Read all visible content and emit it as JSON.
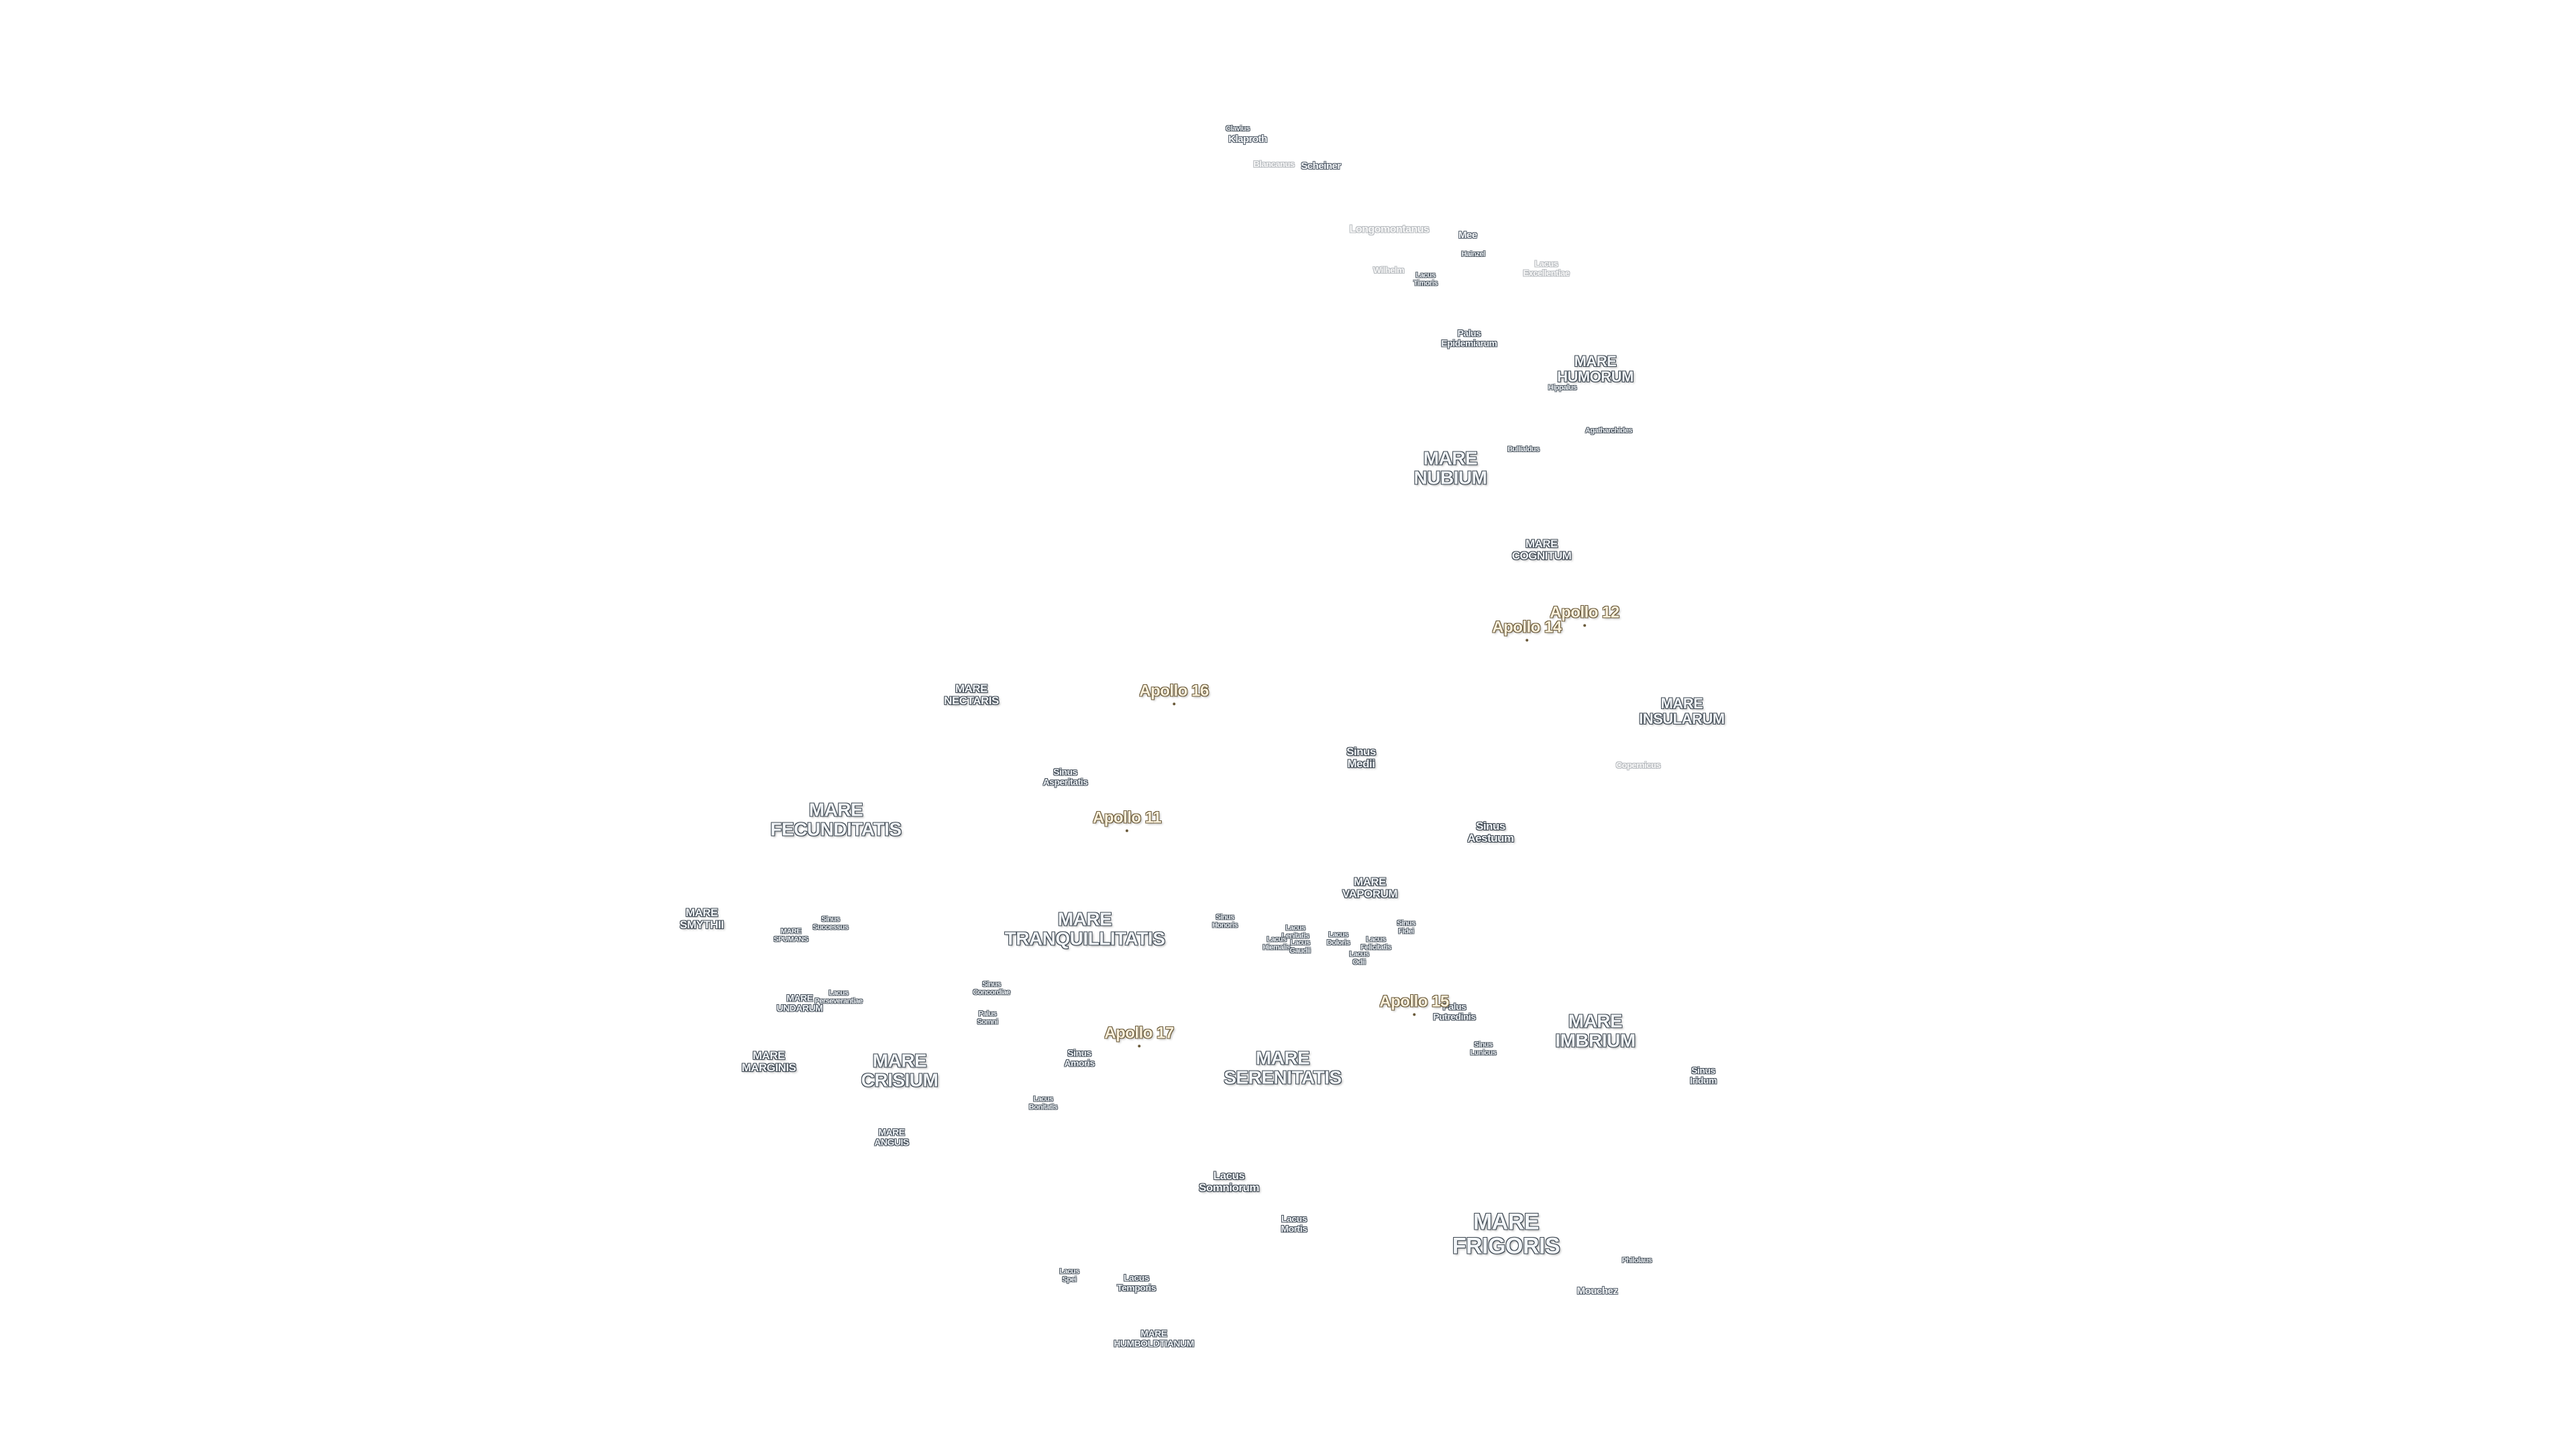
{
  "map": {
    "labels": [
      {
        "key": "mare_frigoris",
        "lines": [
          "MARE",
          "FRIGORIS"
        ],
        "kind": "mare-xl"
      },
      {
        "key": "mare_imbrium",
        "lines": [
          "MARE",
          "IMBRIUM"
        ],
        "kind": "mare-l"
      },
      {
        "key": "mare_serenitatis",
        "lines": [
          "MARE",
          "SERENITATIS"
        ],
        "kind": "mare-l"
      },
      {
        "key": "mare_tranquillitatis",
        "lines": [
          "MARE",
          "TRANQUILLITATIS"
        ],
        "kind": "mare-l"
      },
      {
        "key": "mare_crisium",
        "lines": [
          "MARE",
          "CRISIUM"
        ],
        "kind": "mare-l"
      },
      {
        "key": "mare_fecunditatis",
        "lines": [
          "MARE",
          "FECUNDITATIS"
        ],
        "kind": "mare-l"
      },
      {
        "key": "mare_nubium",
        "lines": [
          "MARE",
          "NUBIUM"
        ],
        "kind": "mare-l"
      },
      {
        "key": "mare_humorum",
        "lines": [
          "MARE",
          "HUMORUM"
        ],
        "kind": "mare-m"
      },
      {
        "key": "mare_insularum",
        "lines": [
          "MARE",
          "INSULARUM"
        ],
        "kind": "mare-m"
      },
      {
        "key": "mare_cognitum",
        "lines": [
          "MARE",
          "COGNITUM"
        ],
        "kind": "mare-s"
      },
      {
        "key": "mare_nectaris",
        "lines": [
          "MARE",
          "NECTARIS"
        ],
        "kind": "mare-s"
      },
      {
        "key": "mare_vaporum",
        "lines": [
          "MARE",
          "VAPORUM"
        ],
        "kind": "mare-s"
      },
      {
        "key": "mare_smythii",
        "lines": [
          "MARE",
          "SMYTHII"
        ],
        "kind": "mare-s"
      },
      {
        "key": "mare_marginis",
        "lines": [
          "MARE",
          "MARGINIS"
        ],
        "kind": "mare-s"
      },
      {
        "key": "mare_undarum",
        "lines": [
          "MARE",
          "UNDARUM"
        ],
        "kind": "small"
      },
      {
        "key": "mare_spumans",
        "lines": [
          "MARE",
          "SPUMANS"
        ],
        "kind": "tiny"
      },
      {
        "key": "mare_anguis",
        "lines": [
          "MARE",
          "ANGUIS"
        ],
        "kind": "small"
      },
      {
        "key": "mare_humboldtianum",
        "lines": [
          "MARE",
          "HUMBOLDTIANUM"
        ],
        "kind": "small"
      },
      {
        "key": "sinus_medii",
        "lines": [
          "Sinus",
          "Medii"
        ],
        "kind": "mare-s"
      },
      {
        "key": "sinus_aestuum",
        "lines": [
          "Sinus",
          "Aestuum"
        ],
        "kind": "mare-s"
      },
      {
        "key": "sinus_iridum",
        "lines": [
          "Sinus",
          "Iridum"
        ],
        "kind": "small"
      },
      {
        "key": "sinus_asperitatis",
        "lines": [
          "Sinus",
          "Asperitatis"
        ],
        "kind": "small"
      },
      {
        "key": "sinus_amoris",
        "lines": [
          "Sinus",
          "Amoris"
        ],
        "kind": "small"
      },
      {
        "key": "sinus_concordiae",
        "lines": [
          "Sinus",
          "Concordiae"
        ],
        "kind": "tiny"
      },
      {
        "key": "sinus_successus",
        "lines": [
          "Sinus",
          "Successus"
        ],
        "kind": "tiny"
      },
      {
        "key": "sinus_honoris",
        "lines": [
          "Sinus",
          "Honoris"
        ],
        "kind": "tiny"
      },
      {
        "key": "sinus_fidei",
        "lines": [
          "Sinus",
          "Fidei"
        ],
        "kind": "tiny"
      },
      {
        "key": "sinus_lunicus",
        "lines": [
          "Sinus",
          "Lunicus"
        ],
        "kind": "tiny"
      },
      {
        "key": "lacus_somniorum",
        "lines": [
          "Lacus",
          "Somniorum"
        ],
        "kind": "mare-s"
      },
      {
        "key": "lacus_mortis",
        "lines": [
          "Lacus",
          "Mortis"
        ],
        "kind": "small"
      },
      {
        "key": "lacus_temporis",
        "lines": [
          "Lacus",
          "Temporis"
        ],
        "kind": "small"
      },
      {
        "key": "lacus_spei",
        "lines": [
          "Lacus",
          "Spei"
        ],
        "kind": "tiny"
      },
      {
        "key": "lacus_bonitatis",
        "lines": [
          "Lacus",
          "Bonitatis"
        ],
        "kind": "tiny"
      },
      {
        "key": "lacus_perseverantiae",
        "lines": [
          "Lacus",
          "Perseverantiae"
        ],
        "kind": "tiny"
      },
      {
        "key": "lacus_timoris",
        "lines": [
          "Lacus",
          "Timoris"
        ],
        "kind": "tiny"
      },
      {
        "key": "lacus_lenitatis",
        "lines": [
          "Lacus",
          "Lenitatis"
        ],
        "kind": "tiny"
      },
      {
        "key": "lacus_hiemalis",
        "lines": [
          "Lacus",
          "Hiemalis"
        ],
        "kind": "tiny"
      },
      {
        "key": "lacus_gaudii",
        "lines": [
          "Lacus",
          "Gaudii"
        ],
        "kind": "tiny"
      },
      {
        "key": "lacus_doloris",
        "lines": [
          "Lacus",
          "Doloris"
        ],
        "kind": "tiny"
      },
      {
        "key": "lacus_felicitatis",
        "lines": [
          "Lacus",
          "Felicitatis"
        ],
        "kind": "tiny"
      },
      {
        "key": "lacus_odii",
        "lines": [
          "Lacus",
          "Odii"
        ],
        "kind": "tiny"
      },
      {
        "key": "palus_epidemiarum",
        "lines": [
          "Palus",
          "Epidemiarum"
        ],
        "kind": "small"
      },
      {
        "key": "palus_putredinis",
        "lines": [
          "Palus",
          "Putredinis"
        ],
        "kind": "small"
      },
      {
        "key": "palus_somni",
        "lines": [
          "Palus",
          "Somni"
        ],
        "kind": "tiny"
      },
      {
        "key": "apollo_11",
        "lines": [
          "Apollo 11"
        ],
        "kind": "apollo"
      },
      {
        "key": "apollo_12",
        "lines": [
          "Apollo 12"
        ],
        "kind": "apollo"
      },
      {
        "key": "apollo_14",
        "lines": [
          "Apollo 14"
        ],
        "kind": "apollo"
      },
      {
        "key": "apollo_15",
        "lines": [
          "Apollo 15"
        ],
        "kind": "apollo"
      },
      {
        "key": "apollo_16",
        "lines": [
          "Apollo 16"
        ],
        "kind": "apollo"
      },
      {
        "key": "apollo_17",
        "lines": [
          "Apollo 17"
        ],
        "kind": "apollo"
      },
      {
        "key": "clavius",
        "lines": [
          "Clavius"
        ],
        "kind": "tiny"
      },
      {
        "key": "klaproth",
        "lines": [
          "Klaproth"
        ],
        "kind": "crater"
      },
      {
        "key": "scheiner",
        "lines": [
          "Scheiner"
        ],
        "kind": "crater"
      },
      {
        "key": "blancanus",
        "lines": [
          "Blancanus"
        ],
        "kind": "faded faded-s"
      },
      {
        "key": "longomontanus",
        "lines": [
          "Longomontanus"
        ],
        "kind": "faded"
      },
      {
        "key": "mee",
        "lines": [
          "Mee"
        ],
        "kind": "crater"
      },
      {
        "key": "hainzel",
        "lines": [
          "Hainzel"
        ],
        "kind": "tiny"
      },
      {
        "key": "wilhelm",
        "lines": [
          "Wilhelm"
        ],
        "kind": "faded faded-s"
      },
      {
        "key": "lacus_excellentiae",
        "lines": [
          "Lacus",
          "Excellentiae"
        ],
        "kind": "faded faded-s"
      },
      {
        "key": "hippalus",
        "lines": [
          "Hippalus"
        ],
        "kind": "tiny"
      },
      {
        "key": "agatharchides",
        "lines": [
          "Agatharchides"
        ],
        "kind": "tiny"
      },
      {
        "key": "bullialdus",
        "lines": [
          "Bullialdus"
        ],
        "kind": "tiny"
      },
      {
        "key": "copernicus",
        "lines": [
          "Copernicus"
        ],
        "kind": "faded faded-s"
      },
      {
        "key": "philolaus",
        "lines": [
          "Philolaus"
        ],
        "kind": "tiny"
      },
      {
        "key": "mouchez",
        "lines": [
          "Mouchez"
        ],
        "kind": "crater"
      }
    ]
  }
}
